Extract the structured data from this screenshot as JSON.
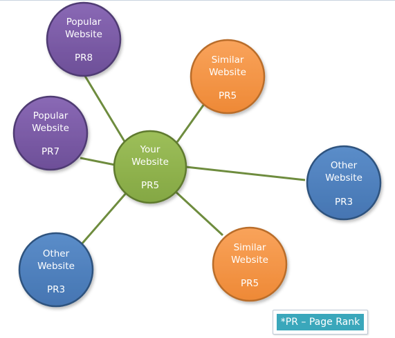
{
  "colors": {
    "connector": "#6e8c3e",
    "node_text": "#ffffff",
    "purple_fill": "#7b5aa6",
    "purple_stroke": "#4f3b73",
    "orange_fill": "#f79646",
    "orange_stroke": "#b96d2b",
    "green_fill": "#8fb14e",
    "green_stroke": "#5e7a2f",
    "blue_fill": "#4f81bd",
    "blue_stroke": "#2f527e",
    "legend_fill": "#3aa7bb"
  },
  "nodes": {
    "center": {
      "line1": "Your",
      "line2": "Website",
      "rank": "PR5"
    },
    "popular_top": {
      "line1": "Popular",
      "line2": "Website",
      "rank": "PR8"
    },
    "popular_left": {
      "line1": "Popular",
      "line2": "Website",
      "rank": "PR7"
    },
    "similar_top": {
      "line1": "Similar",
      "line2": "Website",
      "rank": "PR5"
    },
    "other_right": {
      "line1": "Other",
      "line2": "Website",
      "rank": "PR3"
    },
    "other_left": {
      "line1": "Other",
      "line2": "Website",
      "rank": "PR3"
    },
    "similar_bottom": {
      "line1": "Similar",
      "line2": "Website",
      "rank": "PR5"
    }
  },
  "legend": {
    "text": "*PR – Page Rank"
  }
}
